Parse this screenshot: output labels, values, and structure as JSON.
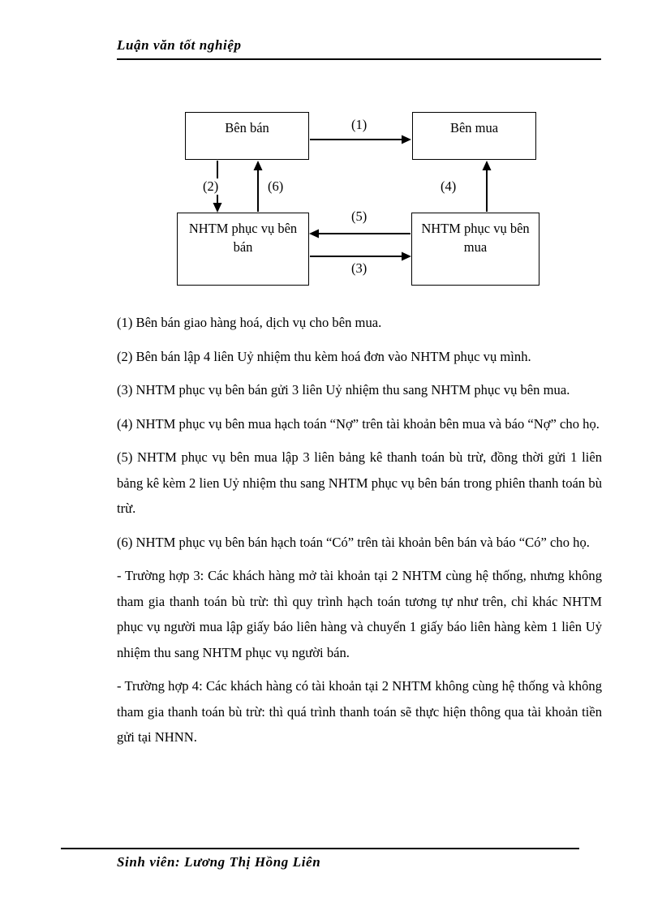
{
  "header": {
    "title": "Luận văn tốt nghiệp"
  },
  "diagram": {
    "boxes": {
      "seller": "Bên bán",
      "buyer": "Bên mua",
      "seller_bank": "NHTM phục vụ bên bán",
      "buyer_bank": "NHTM phục vụ bên mua"
    },
    "labels": {
      "n1": "(1)",
      "n2": "(2)",
      "n3": "(3)",
      "n4": "(4)",
      "n5": "(5)",
      "n6": "(6)"
    }
  },
  "body": {
    "paragraphs": [
      "(1) Bên bán giao hàng hoá, dịch vụ cho bên mua.",
      "(2) Bên bán lập 4 liên Uỷ nhiệm thu kèm hoá đơn vào NHTM phục vụ mình.",
      "(3) NHTM phục vụ bên bán gửi 3 liên Uỷ nhiệm thu sang NHTM phục vụ bên mua.",
      "(4) NHTM phục vụ bên mua hạch toán “Nợ” trên tài khoản bên mua và báo “Nợ” cho họ.",
      "(5) NHTM phục vụ bên mua lập 3 liên bảng kê thanh toán bù trừ, đồng thời gửi 1 liên bảng kê kèm 2 lien Uỷ nhiệm thu sang NHTM phục vụ bên bán trong phiên thanh toán bù trừ.",
      "(6) NHTM phục vụ bên bán hạch toán “Có” trên tài khoản bên bán và báo “Có” cho họ.",
      "- Trường hợp 3: Các khách hàng mở tài khoản tại 2 NHTM cùng hệ thống, nhưng không tham gia thanh toán bù trừ: thì quy trình hạch toán tương tự như trên, chỉ khác NHTM phục vụ người mua lập giấy báo liên hàng và chuyển 1 giấy báo liên hàng kèm 1 liên Uỷ nhiệm thu sang NHTM phục vụ người bán.",
      "- Trường hợp 4: Các khách hàng có tài khoản tại 2 NHTM không cùng hệ thống và không tham gia thanh toán bù trừ: thì quá trình thanh toán sẽ thực hiện thông qua tài khoản tiền gửi tại NHNN."
    ]
  },
  "footer": {
    "signature": "Sinh viên: Lương Thị Hồng Liên"
  }
}
